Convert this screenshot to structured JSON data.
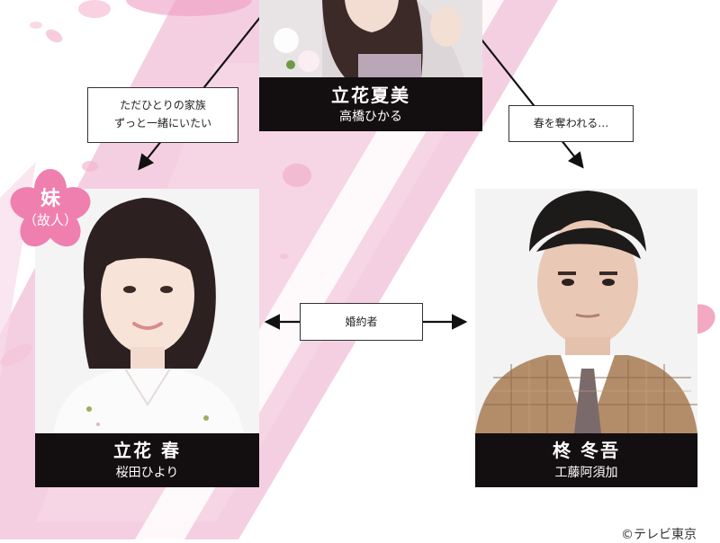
{
  "characters": {
    "natsumi": {
      "role": "立花夏美",
      "actor": "高橋ひかる"
    },
    "haru": {
      "role": "立花 春",
      "actor": "桜田ひより"
    },
    "togo": {
      "role": "柊 冬吾",
      "actor": "工藤阿須加"
    }
  },
  "relations": {
    "family": {
      "line1": "ただひとりの家族",
      "line2": "ずっと一緒にいたい"
    },
    "spring": {
      "text": "春を奪われる…"
    },
    "fiance": {
      "text": "婚約者"
    }
  },
  "badge": {
    "main": "妹",
    "sub": "（故人）"
  },
  "copyright": "©テレビ東京",
  "colors": {
    "accent_pink": "#ef7fae",
    "stripe_pink": "#f4cfe1",
    "nameplate": "#130e10",
    "arrow": "#111111"
  },
  "icons": {
    "badge_shape": "sakura-flower-icon",
    "petals": "sakura-petal-icon"
  }
}
